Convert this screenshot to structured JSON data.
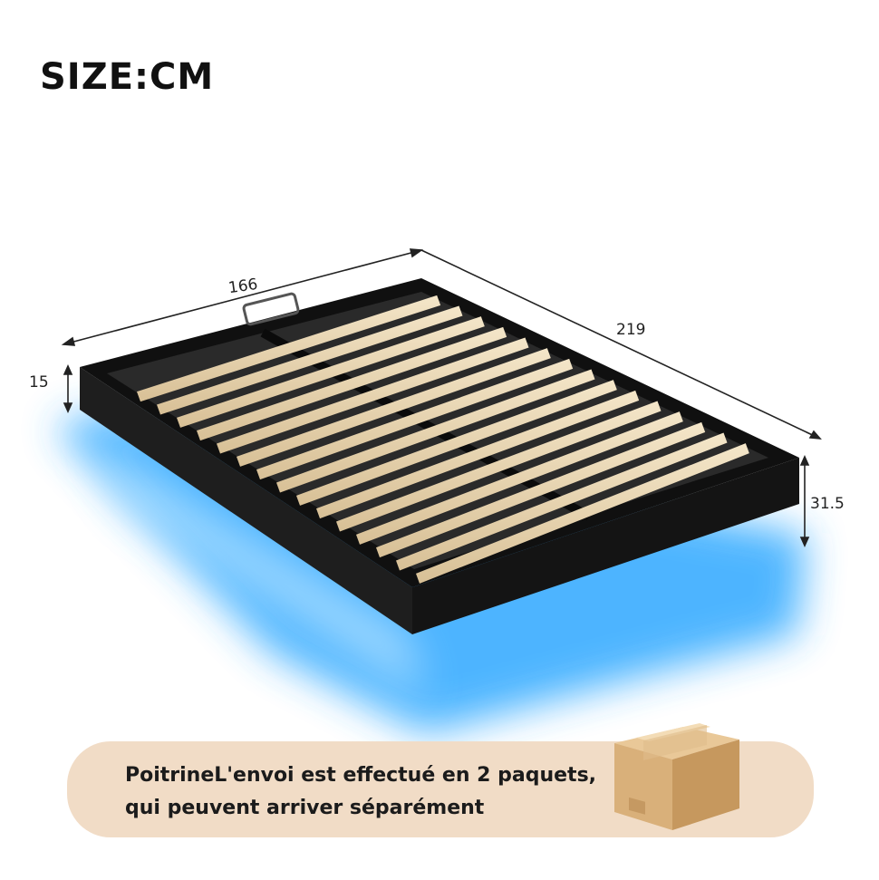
{
  "header": {
    "size_label": "SIZE:CM"
  },
  "dimensions": {
    "width": "166",
    "length": "219",
    "frame_height": "15",
    "total_height": "31.5"
  },
  "notice": {
    "line1": "PoitrineL'envoi est effectué en 2 paquets,",
    "line2": "qui peuvent arriver séparément"
  },
  "colors": {
    "frame": "#141414",
    "slat": "#ead7b4",
    "led_glow": "#2fa8ff",
    "banner": "#f1dcc6"
  },
  "icons": [
    "bed-frame-image",
    "cardboard-box-icon"
  ]
}
